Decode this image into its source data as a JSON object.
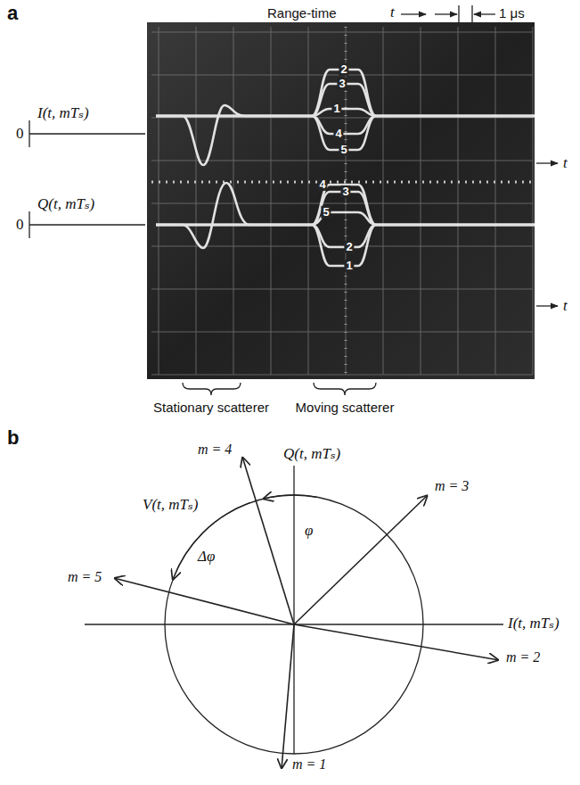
{
  "diagram": {
    "labels": [
      "a",
      "Range-time",
      "t",
      "1 μs",
      "0",
      "I(t, mTₛ)",
      "2",
      "3",
      "1",
      "4",
      "5",
      "t",
      "0",
      "Q(t, mTₛ)",
      "4",
      "3",
      "5",
      "2",
      "1",
      "t",
      "Stationary scatterer",
      "Moving scatterer",
      "b",
      "Q(t, mTₛ)",
      "m = 4",
      "m = 3",
      "V(t, mTₛ)",
      "φ",
      "Δφ",
      "m = 5",
      "I(t, mTₛ)",
      "m = 2",
      "m = 1"
    ]
  }
}
